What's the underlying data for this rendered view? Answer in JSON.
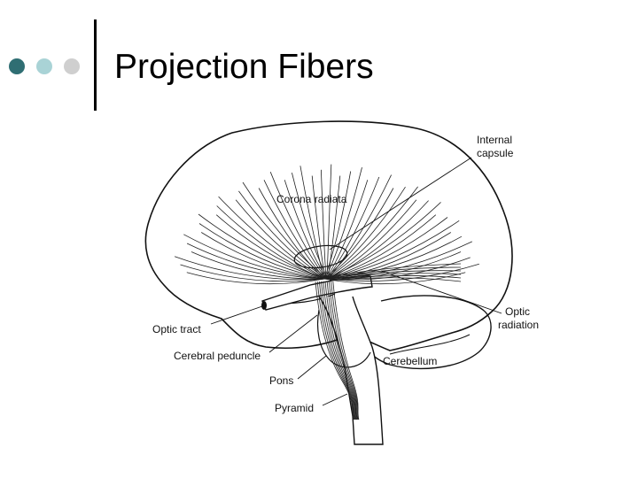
{
  "slide": {
    "title": "Projection Fibers",
    "bullet_dot_colors": [
      "#2f6e73",
      "#a9d3d6",
      "#cfcfcf"
    ]
  },
  "diagram": {
    "labels": {
      "internal_capsule_line1": "Internal",
      "internal_capsule_line2": "capsule",
      "corona_radiata": "Corona radiata",
      "optic_radiation_line1": "Optic",
      "optic_radiation_line2": "radiation",
      "optic_tract": "Optic tract",
      "cerebral_peduncle": "Cerebral peduncle",
      "cerebellum": "Cerebellum",
      "pons": "Pons",
      "pyramid": "Pyramid"
    }
  }
}
